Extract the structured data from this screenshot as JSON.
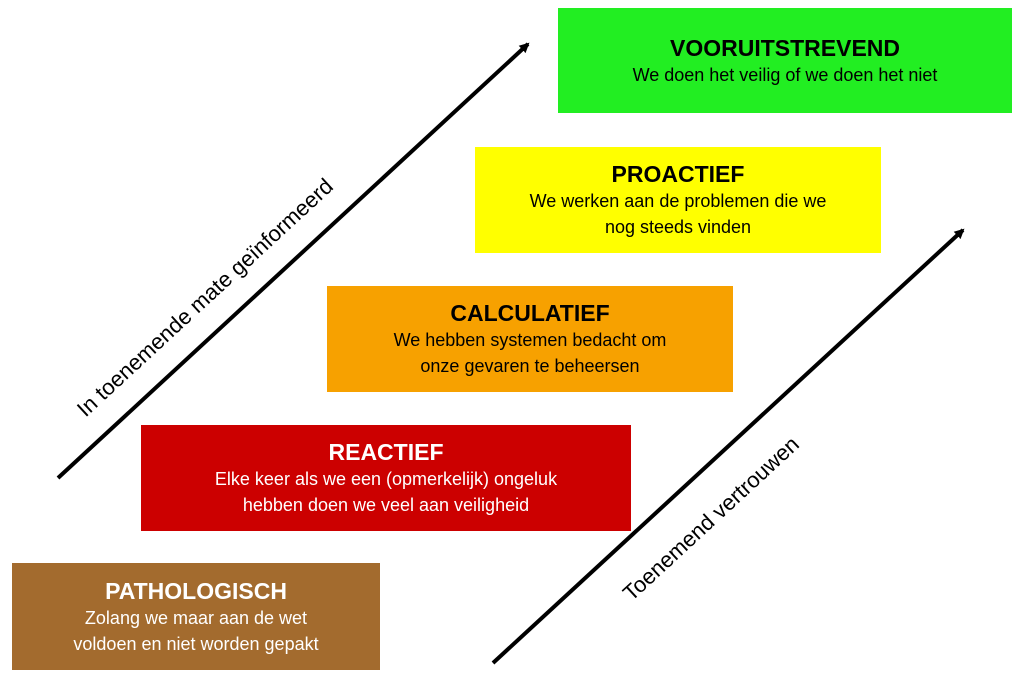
{
  "levels": [
    {
      "title": "VOORUITSTREVEND",
      "description": [
        "We doen het veilig of we doen het niet"
      ],
      "color": "#22ee22"
    },
    {
      "title": "PROACTIEF",
      "description": [
        "We werken aan de problemen die we",
        "nog steeds vinden"
      ],
      "color": "#ffff00"
    },
    {
      "title": "CALCULATIEF",
      "description": [
        "We hebben systemen bedacht om",
        "onze gevaren te beheersen"
      ],
      "color": "#f7a100"
    },
    {
      "title": "REACTIEF",
      "description": [
        "Elke keer als we een (opmerkelijk) ongeluk",
        "hebben doen we veel aan veiligheid"
      ],
      "color": "#cc0000"
    },
    {
      "title": "PATHOLOGISCH",
      "description": [
        "Zolang we maar aan de wet",
        "voldoen en niet worden gepakt"
      ],
      "color": "#a36b2e"
    }
  ],
  "arrows": {
    "left_label": "In toenemende mate geïnformeerd",
    "right_label": "Toenemend vertrouwen"
  }
}
